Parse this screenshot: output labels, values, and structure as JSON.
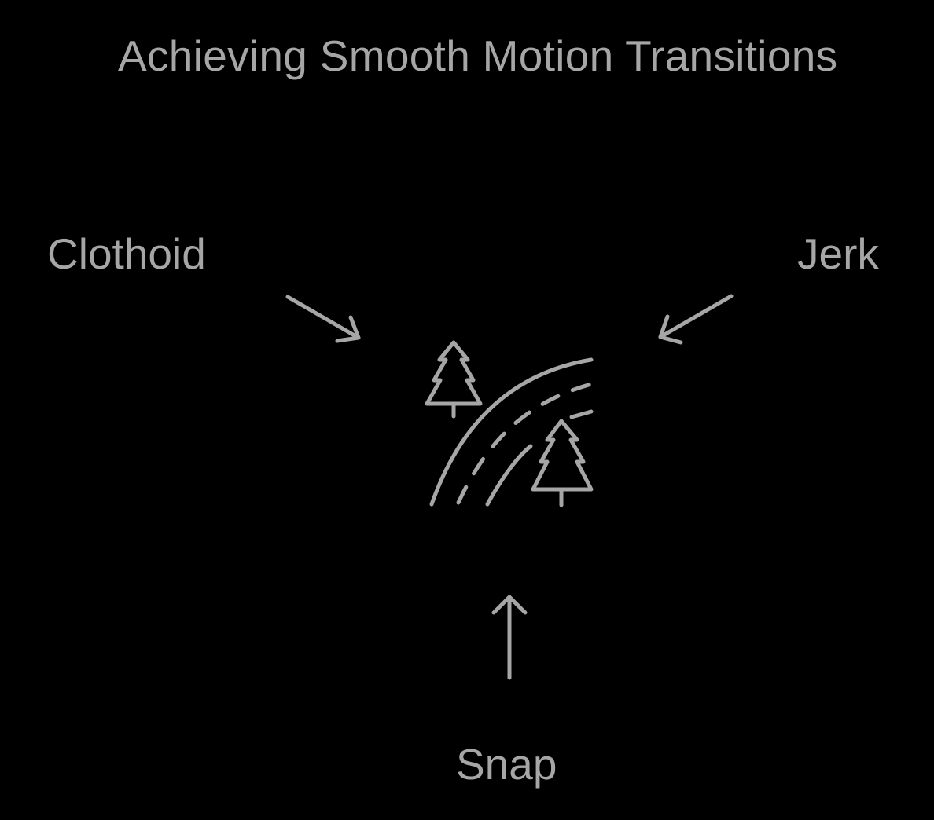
{
  "diagram": {
    "title": "Achieving Smooth Motion Transitions",
    "labels": {
      "clothoid": "Clothoid",
      "jerk": "Jerk",
      "snap": "Snap"
    },
    "center_icon": "winding-road-with-trees-icon",
    "colors": {
      "background": "#000000",
      "foreground": "#a6a6a6"
    }
  }
}
